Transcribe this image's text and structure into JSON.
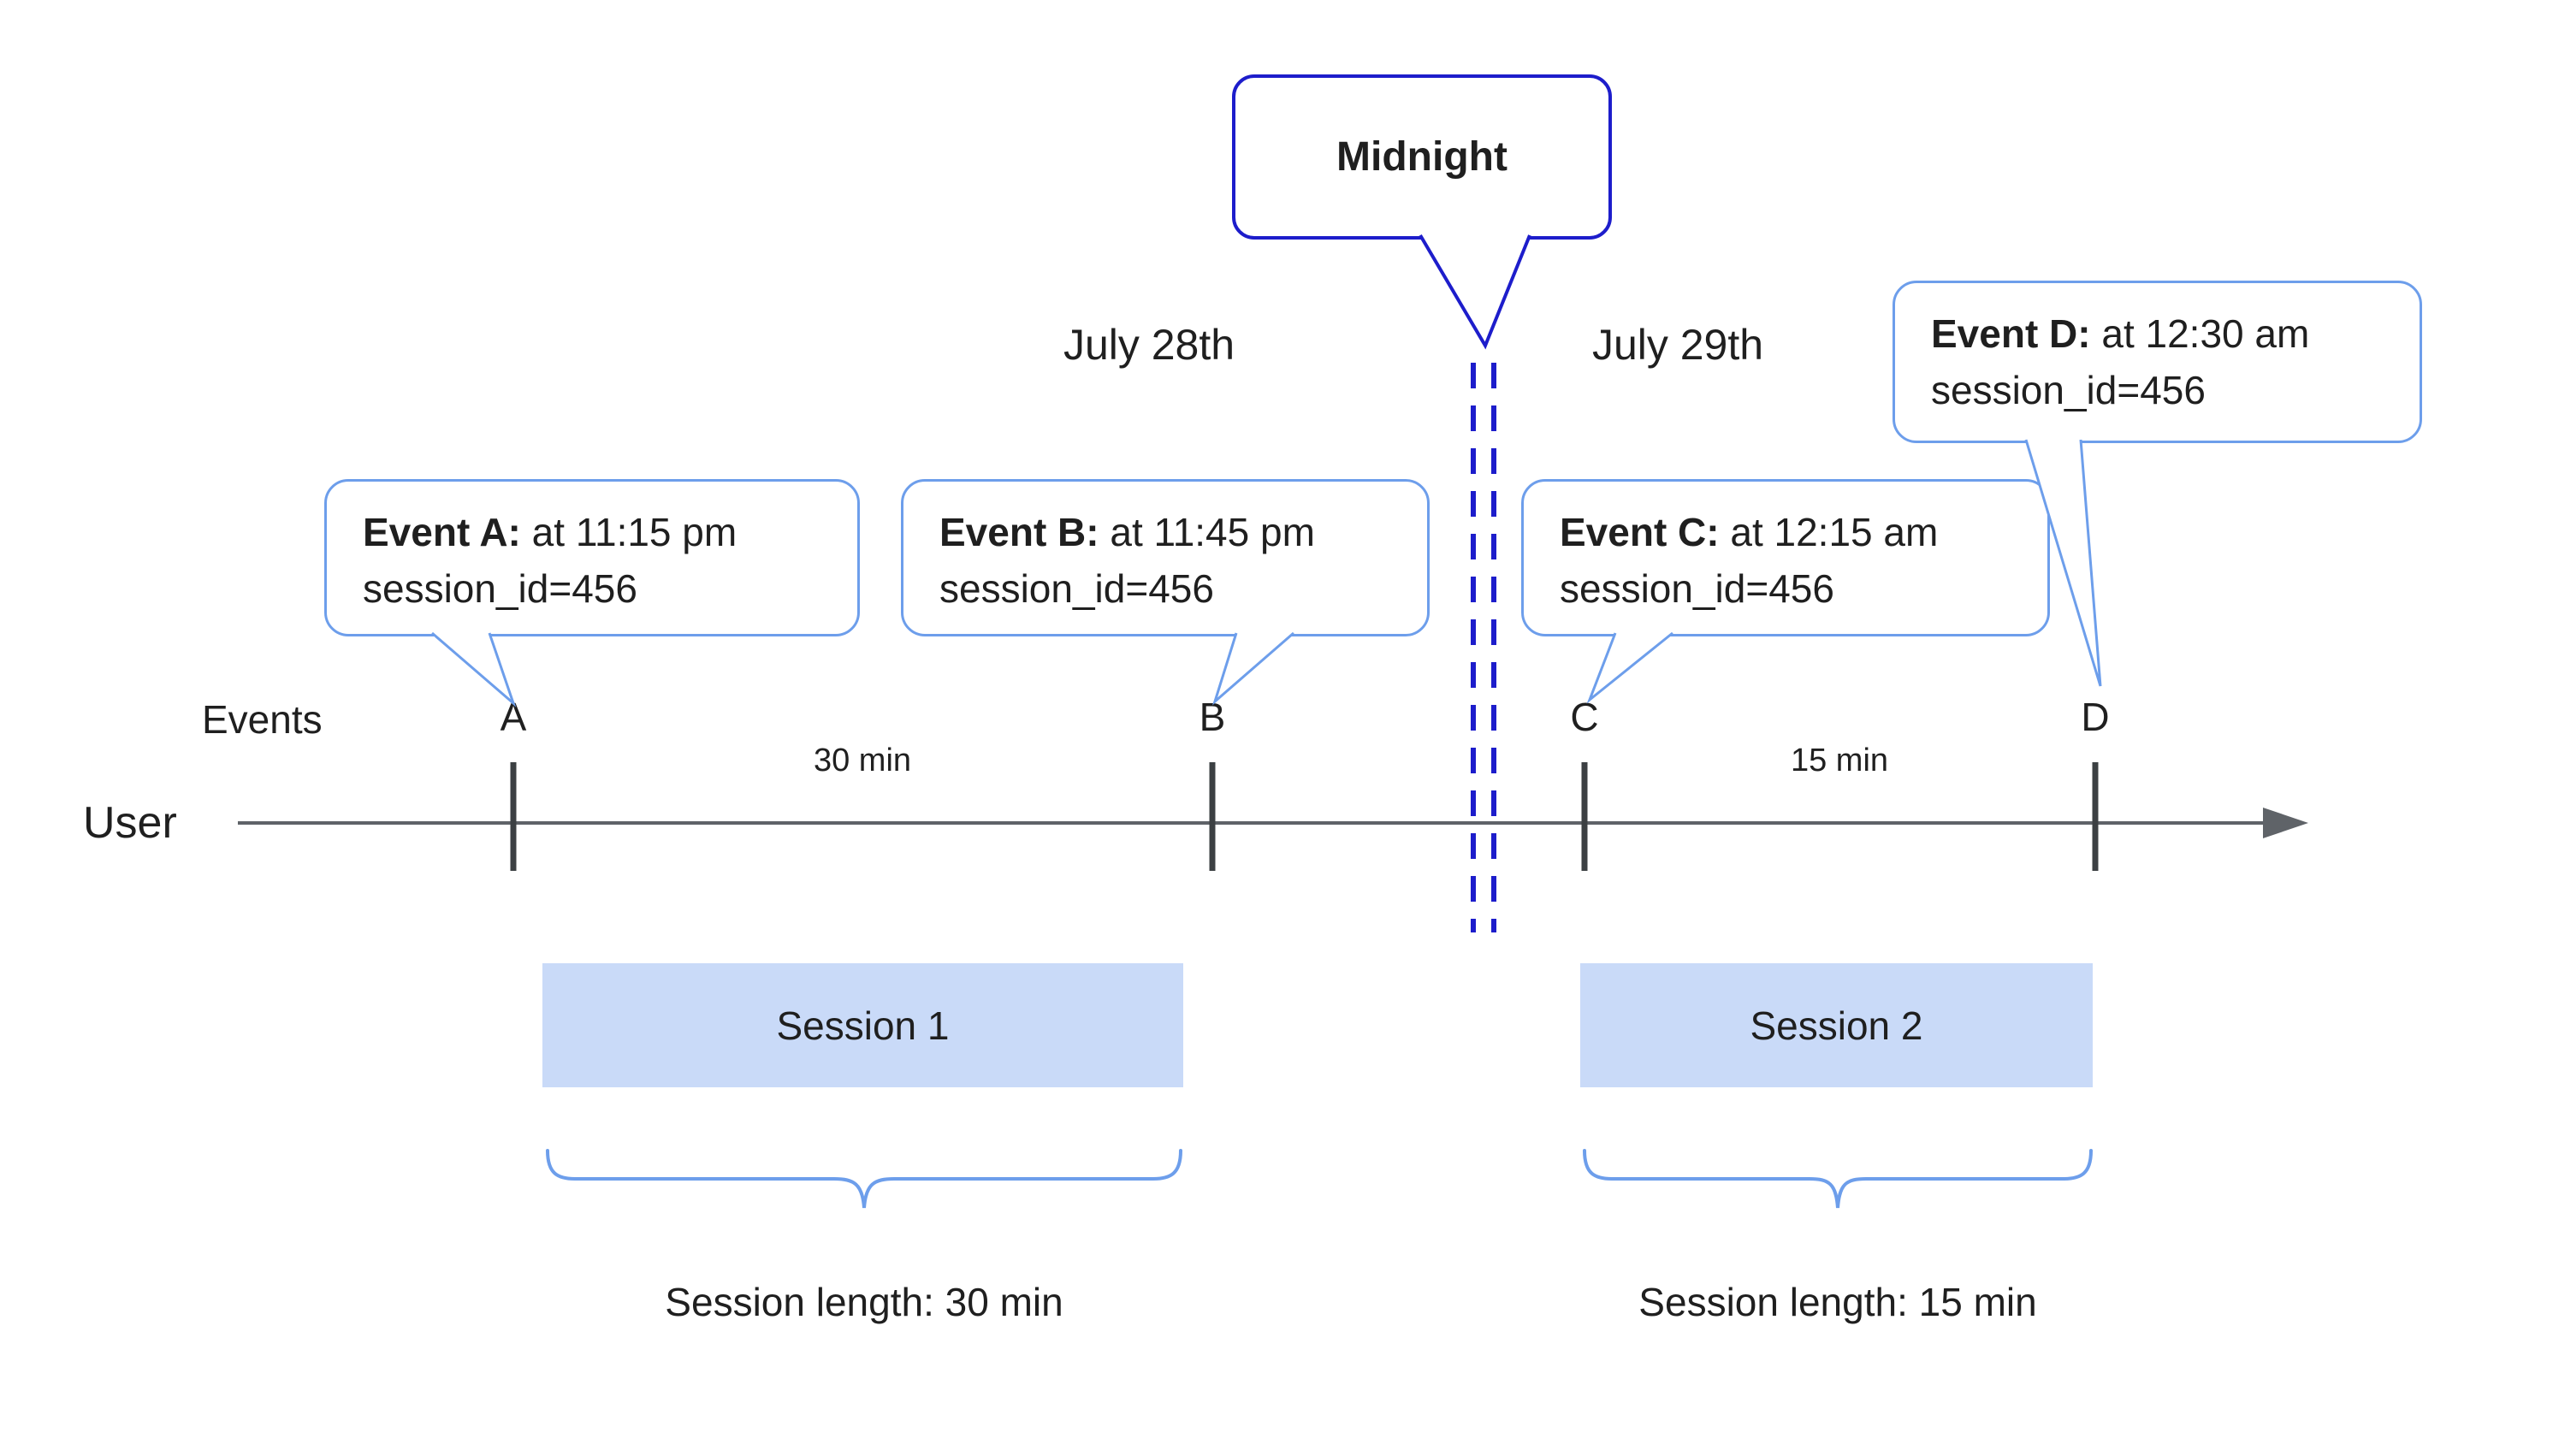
{
  "colors": {
    "accent_blue": "#6d9eeb",
    "dark_blue": "#1d1dcb",
    "session_fill": "#c9daf8",
    "timeline_gray": "#5f6368",
    "tick_gray": "#3c4043"
  },
  "midnight": {
    "label": "Midnight"
  },
  "dates": {
    "left": "July 28th",
    "right": "July 29th"
  },
  "axis": {
    "events_label": "Events",
    "user_label": "User"
  },
  "events": [
    {
      "id": "A",
      "label": "Event A:",
      "time": "at 11:15 pm",
      "session": "session_id=456"
    },
    {
      "id": "B",
      "label": "Event B:",
      "time": "at 11:45 pm",
      "session": "session_id=456"
    },
    {
      "id": "C",
      "label": "Event C:",
      "time": "at 12:15 am",
      "session": "session_id=456"
    },
    {
      "id": "D",
      "label": "Event D:",
      "time": "at 12:30 am",
      "session": "session_id=456"
    }
  ],
  "intervals": {
    "ab": "30 min",
    "cd": "15 min"
  },
  "sessions": [
    {
      "name": "Session 1",
      "length": "Session length: 30 min"
    },
    {
      "name": "Session 2",
      "length": "Session length: 15 min"
    }
  ]
}
